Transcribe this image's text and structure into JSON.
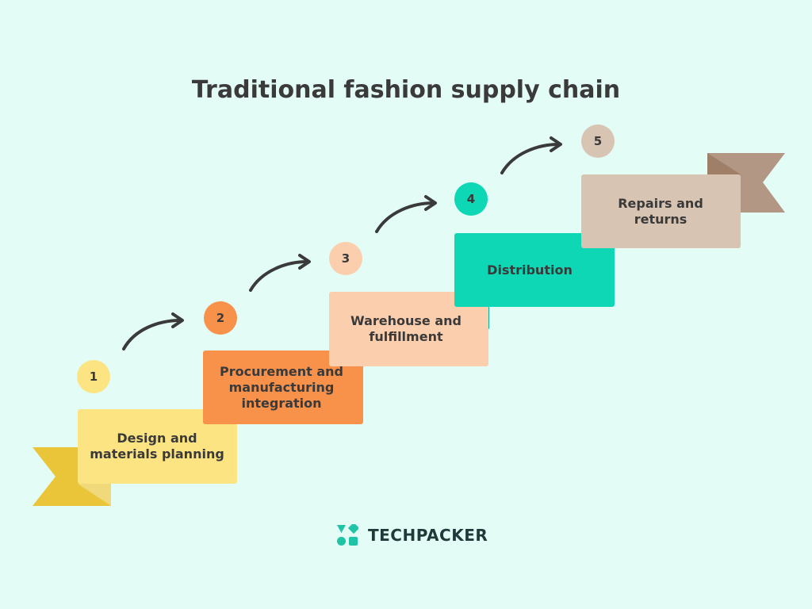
{
  "title": "Traditional fashion supply chain",
  "steps": [
    {
      "number": "1",
      "label": "Design and\nmaterials planning",
      "color": "#fde483",
      "fold": "#f2dc7a",
      "circle": "#fde483"
    },
    {
      "number": "2",
      "label": "Procurement and\nmanufacturing\nintegration",
      "color": "#f8914a",
      "fold": "#e56e20",
      "circle": "#f8914a"
    },
    {
      "number": "3",
      "label": "Warehouse and\nfulfillment",
      "color": "#fbcfae",
      "fold": "#f8bb93",
      "circle": "#fbcfae"
    },
    {
      "number": "4",
      "label": "Distribution",
      "color": "#0ed7b5",
      "fold": "#08b393",
      "circle": "#0ed7b5"
    },
    {
      "number": "5",
      "label": "Repairs and\nreturns",
      "color": "#d8c4b2",
      "fold": "#b29784",
      "circle": "#d8c4b2"
    }
  ],
  "ribbon_colors": {
    "start": "#eac53a",
    "end": "#b29784"
  },
  "arrow_color": "#3a3a3a",
  "brand": {
    "name": "TECHPACKER",
    "icon": "techpacker-logo-icon",
    "color": "#1fc4a7"
  }
}
